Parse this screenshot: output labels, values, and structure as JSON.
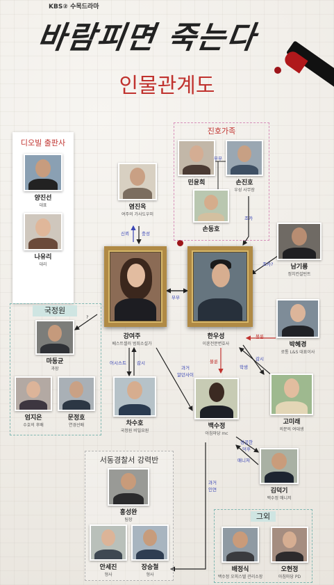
{
  "header": {
    "broadcaster": "KBS② 수목드라마",
    "title": "바람피면 죽는다",
    "subtitle": "인물관계도"
  },
  "groups": {
    "publisher": {
      "title": "디오빌 출판사"
    },
    "jinho": {
      "title": "진호가족"
    },
    "nis": {
      "title": "국정원"
    },
    "police": {
      "title": "서동경찰서 강력반"
    },
    "others": {
      "title": "그외"
    }
  },
  "people": {
    "yang": {
      "name": "양진선",
      "role": "대표"
    },
    "na": {
      "name": "나유리",
      "role": "대리"
    },
    "yeom": {
      "name": "염진옥",
      "role": "여주의 가사도우미"
    },
    "min": {
      "name": "민윤희",
      "role": ""
    },
    "son": {
      "name": "손진호",
      "role": "우성 사무장"
    },
    "sondong": {
      "name": "손동호",
      "role": ""
    },
    "nam": {
      "name": "남기룡",
      "role": "정치컨설턴트"
    },
    "kang": {
      "name": "강여주",
      "role": "베스트셀러 범죄소설가"
    },
    "han": {
      "name": "한우성",
      "role": "이혼전문변호사"
    },
    "ma": {
      "name": "마동균",
      "role": "과장"
    },
    "eom": {
      "name": "엄지은",
      "role": "수호의 후배"
    },
    "moon": {
      "name": "문정호",
      "role": "연경선배"
    },
    "park": {
      "name": "박혜경",
      "role": "로통 L&S 대표이사"
    },
    "cha": {
      "name": "차수호",
      "role": "국정원 비밀요원"
    },
    "baek": {
      "name": "백수정",
      "role": "아침마당 mc"
    },
    "go": {
      "name": "고미래",
      "role": "의문의 여대생"
    },
    "kim": {
      "name": "김덕기",
      "role": "백수정 매니저"
    },
    "hong": {
      "name": "홍성완",
      "role": "팀장"
    },
    "ahn": {
      "name": "안세진",
      "role": "형사"
    },
    "jang": {
      "name": "장승철",
      "role": "형사"
    },
    "bae": {
      "name": "배정식",
      "role": "백수정 오피스텔 관리소장"
    },
    "oh": {
      "name": "오현정",
      "role": "아침마당 PD"
    }
  },
  "relations": {
    "trust": "신뢰",
    "loyal": "충성",
    "couple1": "부부",
    "nephew": "조카",
    "nephew_q": "조카?",
    "couple2": "부부",
    "q_mark": "?",
    "affair1": "불륜",
    "affair2": "불륜",
    "assist": "어시스트",
    "watch": "감시",
    "past_lovers": "과거\n알던사이",
    "student": "학생",
    "watch2": "감시",
    "success_deal": "성공한\n덕후",
    "manager": "매니저",
    "past_relation": "과거\n인연"
  },
  "colors": {
    "accent_red": "#c0322e",
    "relation_blue": "#3a46b5",
    "frame_gold": "#b08a45"
  }
}
